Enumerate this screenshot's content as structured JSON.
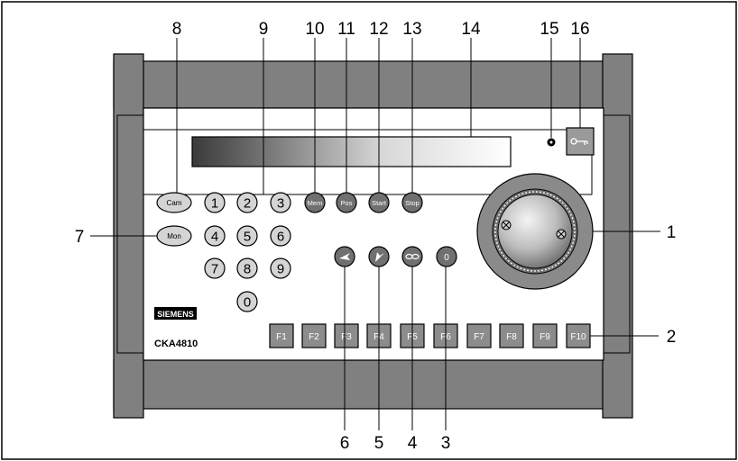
{
  "device": {
    "brand": "SIEMENS",
    "model": "CKA4810"
  },
  "buttons": {
    "cam": "Cam",
    "mon": "Mon",
    "mem": "Mem",
    "pos": "Pos",
    "start": "Start",
    "stop": "Stop",
    "digits": [
      "1",
      "2",
      "3",
      "4",
      "5",
      "6",
      "7",
      "8",
      "9",
      "0"
    ],
    "zero_round": "0",
    "function_keys": [
      "F1",
      "F2",
      "F3",
      "F4",
      "F5",
      "F6",
      "F7",
      "F8",
      "F9",
      "F10"
    ]
  },
  "icons": {
    "preset_a": "airplane-icon",
    "preset_b": "airplane-turn-icon",
    "tour": "infinity-icon",
    "key": "key-icon",
    "led": "led-indicator-icon"
  },
  "callouts": {
    "top": [
      "8",
      "9",
      "10",
      "11",
      "12",
      "13",
      "14",
      "15",
      "16"
    ],
    "left": "7",
    "right": [
      "1",
      "2"
    ],
    "bottom": [
      "6",
      "5",
      "4",
      "3"
    ]
  },
  "colors": {
    "frame": "#808080",
    "panel": "#ffffff",
    "button_fill": "#d4d4d4",
    "dark_button": "#707070",
    "fkey_fill": "#8c8c8c"
  }
}
